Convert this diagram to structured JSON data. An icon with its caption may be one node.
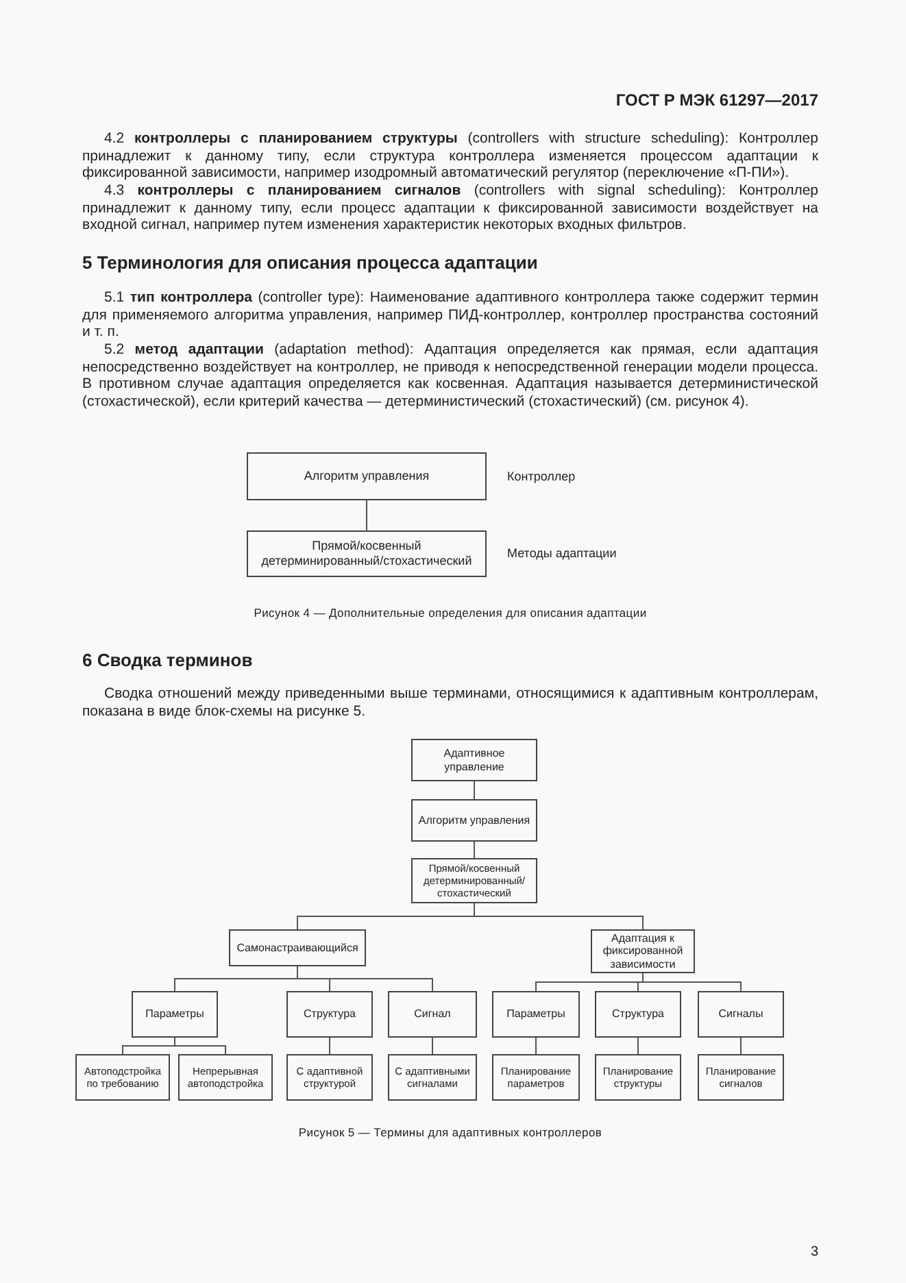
{
  "diagram": {
    "nodes": [
      {
        "text": [
          "Алгоритм управления"
        ],
        "beside": [
          "Контроллер"
        ]
      },
      {
        "text": [
          "Прямой/косвенный детерминированный/стохастический"
        ],
        "beside": [
          "Методы адаптации"
        ]
      },
      {
        "text": [
          "Адаптивное управление"
        ]
      },
      {
        "text": [
          "Алгоритм управления"
        ]
      },
      {
        "text": [
          "Прямой/косвенный детерминированный/ стохастический"
        ]
      },
      {
        "text": [
          "Самонастраивающийся"
        ]
      },
      {
        "text": [
          "Адаптация к фиксированной зависимости"
        ]
      },
      {
        "text": [
          "Параметры"
        ]
      },
      {
        "text": [
          "Структура"
        ]
      },
      {
        "text": [
          "Сигнал"
        ]
      },
      {
        "text": [
          "Параметры"
        ]
      },
      {
        "text": [
          "Структура"
        ]
      },
      {
        "text": [
          "Сигналы"
        ]
      },
      {
        "text": [
          "Автоподстройка по требованию"
        ]
      },
      {
        "text": [
          "Непрерывная автоподстройка"
        ]
      },
      {
        "text": [
          "С адаптивной структурой"
        ]
      },
      {
        "text": [
          "С адаптивными сигналами"
        ]
      },
      {
        "text": [
          "Планирование параметров"
        ]
      },
      {
        "text": [
          "Планирование структуры"
        ]
      },
      {
        "text": [
          "Планирование сигналов"
        ]
      }
    ],
    "edges": [
      {
        "from": 0,
        "to": 1,
        "arrow": "none"
      },
      {
        "from": 2,
        "to": 3,
        "arrow": "none"
      },
      {
        "from": 3,
        "to": 4,
        "arrow": "none"
      },
      {
        "from": 4,
        "to": 5,
        "arrow": "none"
      },
      {
        "from": 4,
        "to": 6,
        "arrow": "none"
      },
      {
        "from": 5,
        "to": 7,
        "arrow": "none"
      },
      {
        "from": 5,
        "to": 8,
        "arrow": "none"
      },
      {
        "from": 5,
        "to": 9,
        "arrow": "none"
      },
      {
        "from": 6,
        "to": 10,
        "arrow": "none"
      },
      {
        "from": 6,
        "to": 11,
        "arrow": "none"
      },
      {
        "from": 6,
        "to": 12,
        "arrow": "none"
      },
      {
        "from": 7,
        "to": 13,
        "arrow": "none"
      },
      {
        "from": 7,
        "to": 14,
        "arrow": "none"
      },
      {
        "from": 8,
        "to": 15,
        "arrow": "none"
      },
      {
        "from": 9,
        "to": 16,
        "arrow": "none"
      },
      {
        "from": 10,
        "to": 17,
        "arrow": "none"
      },
      {
        "from": 11,
        "to": 18,
        "arrow": "none"
      },
      {
        "from": 12,
        "to": 19,
        "arrow": "none"
      }
    ],
    "labels": [
      "ГОСТ Р МЭК 61297—2017",
      "4.2 **контроллеры с планированием структуры** (controllers with structure scheduling): Контроллер принадлежит к данному типу, если структура контроллера изменяется процессом адаптации к фиксированной зависимости, например изодромный автоматический регулятор (переключение «П-ПИ»).",
      "4.3 **контроллеры с планированием сигналов** (controllers with signal scheduling): Контроллер принадлежит к данному типу, если процесс адаптации к фиксированной зависимости воздействует на входной сигнал, например путем изменения характеристик некоторых входных фильтров.",
      "5 Терминология для описания процесса адаптации",
      "5.1 **тип контроллера** (controller type): Наименование адаптивного контроллера также содержит термин для применяемого алгоритма управления, например ПИД-контроллер, контроллер пространства состояний и т. п.",
      "5.2 **метод адаптации** (adaptation method): Адаптация определяется как прямая, если адаптация непосредственно воздействует на контроллер, не приводя к непосредственной генерации модели процесса. В противном случае адаптация определяется как косвенная. Адаптация называется детерминистической (стохастической), если критерий качества — детерминистический (стохастический) (см. рисунок 4).",
      "Рисунок 4 — Дополнительные определения для описания адаптации",
      "6 Сводка терминов",
      "Сводка отношений между приведенными выше терминами, относящимися к адаптивным контроллерам, показана в виде блок-схемы на рисунке 5.",
      "Рисунок 5 — Термины для адаптивных контроллеров",
      "3"
    ]
  }
}
